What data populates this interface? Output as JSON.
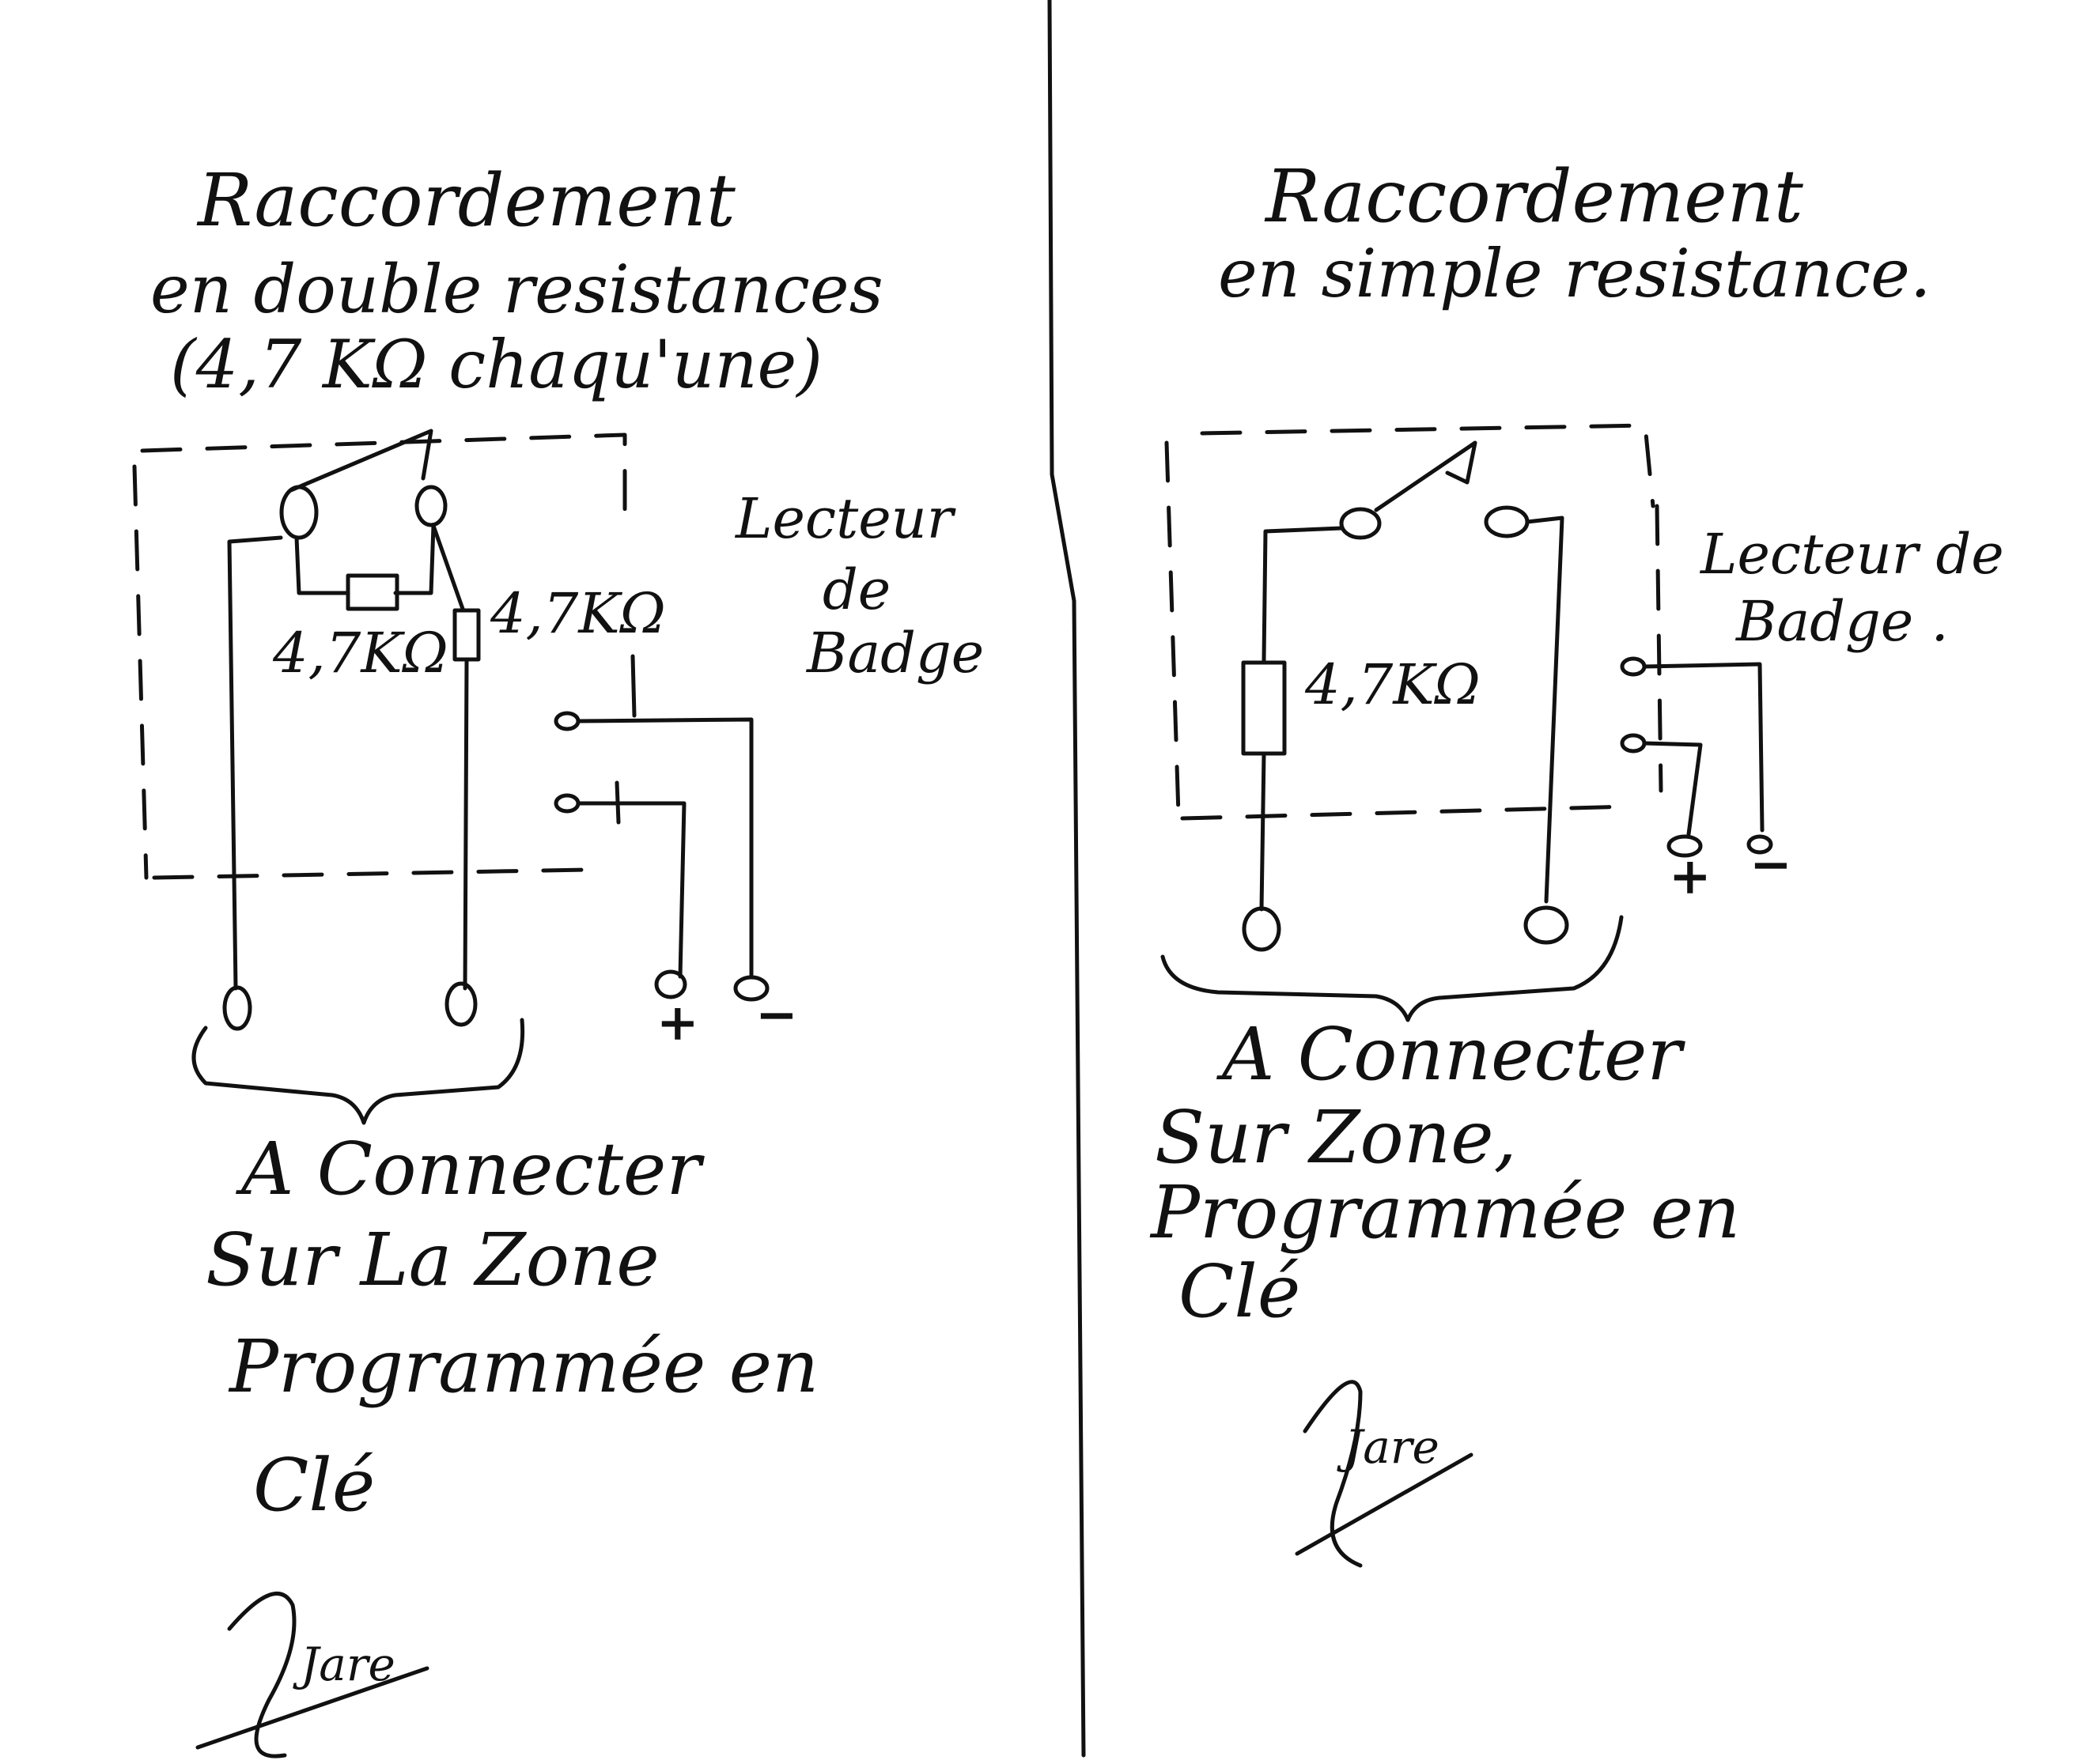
{
  "left_panel": {
    "title": "Raccordement",
    "subtitle_line1": "en double resistances",
    "subtitle_line2": "(4,7 KΩ chaqu'une)",
    "resistor_label_a": "4,7KΩ",
    "resistor_label_b": "4,7KΩ",
    "reader_label_line1": "Lecteur",
    "reader_label_line2": "de",
    "reader_label_line3": "Badge",
    "plus_sign": "+",
    "minus_sign": "−",
    "note_line1": "A Connecter",
    "note_line2": "Sur La Zone",
    "note_line3": "Programmée en",
    "note_line4": "Clé",
    "signature": "Jare"
  },
  "right_panel": {
    "title": "Raccordement",
    "subtitle_line1": "en simple resistance.",
    "resistor_label": "4,7KΩ",
    "reader_label_line1": "Lecteur de",
    "reader_label_line2": "Badge .",
    "plus_sign": "+",
    "minus_sign": "−",
    "note_line1": "A Connecter",
    "note_line2": "Sur Zone,",
    "note_line3": "Programmée en",
    "note_line4": "Clé",
    "signature": "Jare"
  },
  "ink_color": "#111111",
  "paper_color": "#ffffff"
}
